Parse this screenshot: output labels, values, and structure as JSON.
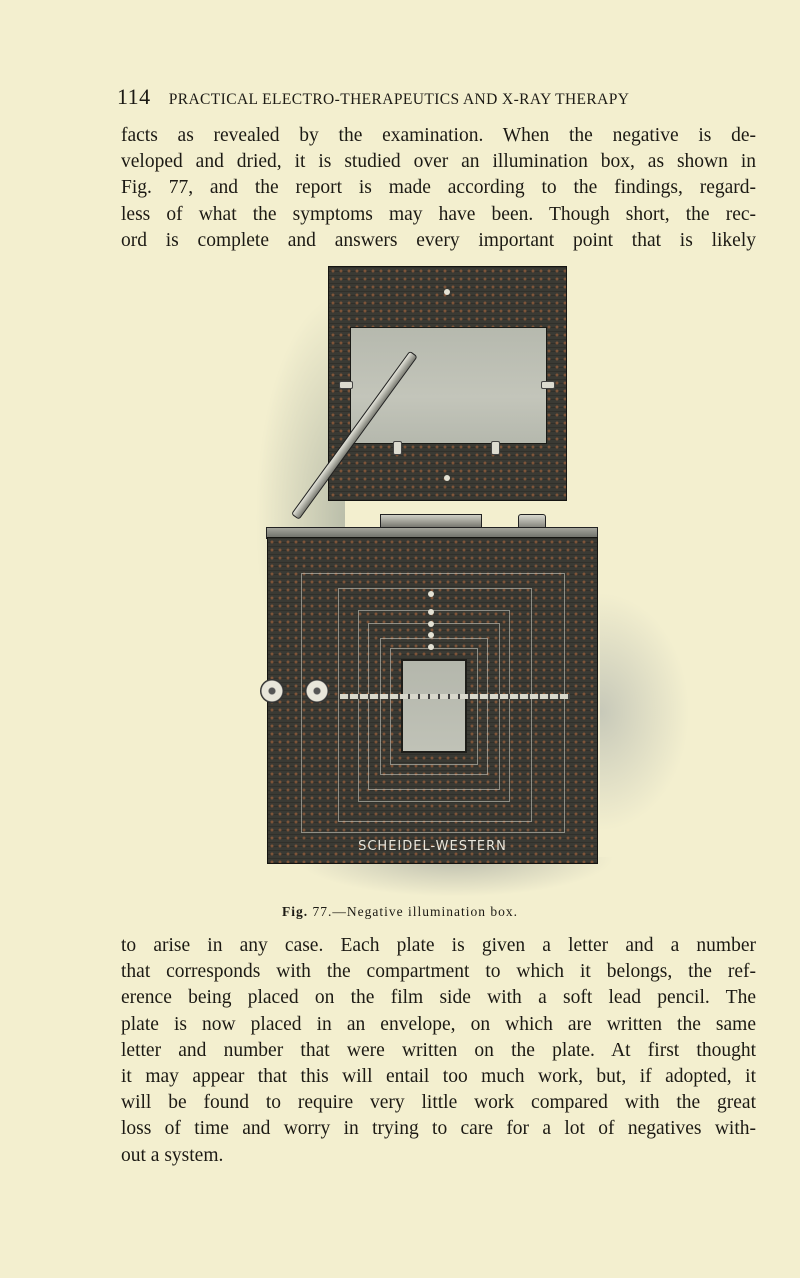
{
  "header": {
    "page_number": "114",
    "running_title": "PRACTICAL ELECTRO-THERAPEUTICS AND X-RAY THERAPY"
  },
  "paragraph_1": {
    "lines": [
      "facts as revealed by the examination.  When the negative is de-",
      "veloped and dried, it is studied over an illumination box, as shown in",
      "Fig. 77, and the report is made according to the findings, regard-",
      "less of what the symptoms may have been.  Though short, the rec-",
      "ord is complete and answers every important point that is likely"
    ]
  },
  "figure": {
    "brand_label": "SCHEIDEL-WESTERN",
    "caption_label": "Fig.",
    "caption_text": "77.—Negative illumination box.",
    "image_description": "Photograph of a wooden negative illumination box with an upper framed viewing glass and a lower cabinet with nested frames and a central window",
    "colors": {
      "paper": "#f3efcf",
      "wood": "#3a3a34",
      "glass": "#bcbfb4"
    }
  },
  "paragraph_2": {
    "lines": [
      "to arise in any case.  Each plate is given a letter and a number",
      "that corresponds with the compartment to which it belongs, the ref-",
      "erence being placed on the film side with a soft lead pencil.  The",
      "plate is now placed in an envelope, on which are written the same",
      "letter and number that were written on the plate.  At first thought",
      "it may appear that this will entail too much work, but, if adopted, it",
      "will be found to require very little work compared with the great",
      "loss of time and worry in trying to care for a lot of negatives with-",
      "out a system."
    ]
  }
}
